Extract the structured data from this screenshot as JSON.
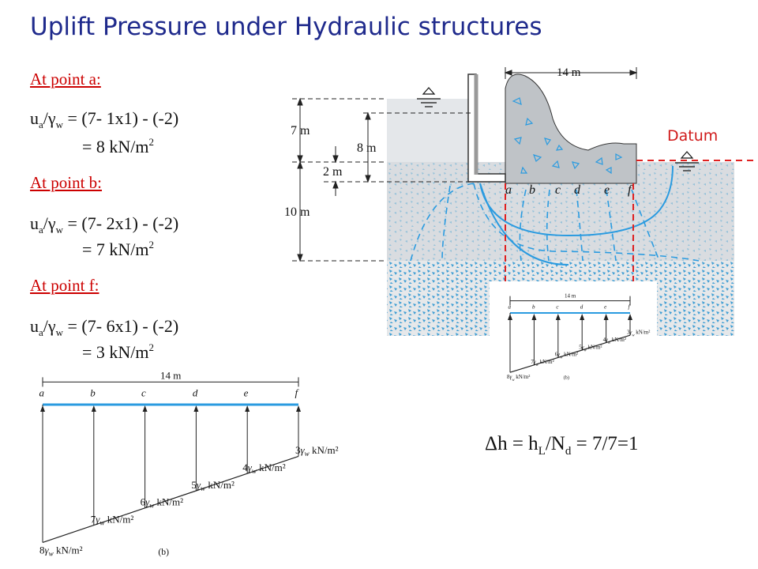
{
  "title": "Uplift Pressure under Hydraulic structures",
  "points": [
    {
      "heading": "At point a:",
      "lhs_u": "u",
      "lhs_sub": "a",
      "lhs_gamma": "/γ",
      "lhs_gsub": "w",
      "expr": " = (7- 1x1) - (-2)",
      "result": "= 8 kN/m",
      "result_sup": "2"
    },
    {
      "heading": "At point b:",
      "lhs_u": "u",
      "lhs_sub": "a",
      "lhs_gamma": "/γ",
      "lhs_gsub": "w",
      "expr": " = (7- 2x1) - (-2)",
      "result": "= 7 kN/m",
      "result_sup": "2"
    },
    {
      "heading": "At point f:",
      "lhs_u": "u",
      "lhs_sub": "a",
      "lhs_gamma": "/γ",
      "lhs_gsub": "w",
      "expr": " = (7- 6x1) - (-2)",
      "result": "= 3 kN/m",
      "result_sup": "2"
    }
  ],
  "delta_h": {
    "lead": "Δh = h",
    "sub1": "L",
    "mid": "/N",
    "sub2": "d",
    "tail": " = 7/7=1"
  },
  "dam": {
    "width_label": "14 m",
    "dim_7m": "7 m",
    "dim_8m": "8 m",
    "dim_2m": "2 m",
    "dim_10m": "10 m",
    "datum_label": "Datum",
    "point_labels": [
      "a",
      "b",
      "c",
      "d",
      "e",
      "f"
    ]
  },
  "pressure_diagram": {
    "width_label": "14 m",
    "point_labels": [
      "a",
      "b",
      "c",
      "d",
      "e",
      "f"
    ],
    "values": [
      8,
      7,
      6,
      5,
      4,
      3
    ],
    "value_labels": [
      {
        "coef": "8",
        "gamma": "γ",
        "w": "w",
        "unit": " kN/m²"
      },
      {
        "coef": "7",
        "gamma": "γ",
        "w": "w",
        "unit": " kN/m²"
      },
      {
        "coef": "6",
        "gamma": "γ",
        "w": "w",
        "unit": " kN/m²"
      },
      {
        "coef": "5",
        "gamma": "γ",
        "w": "w",
        "unit": " kN/m²"
      },
      {
        "coef": "4",
        "gamma": "γ",
        "w": "w",
        "unit": " kN/m²"
      },
      {
        "coef": "3",
        "gamma": "γ",
        "w": "w",
        "unit": " kN/m²"
      }
    ],
    "caption": "(b)"
  },
  "colors": {
    "title": "#1f2a8c",
    "red": "#cc0000",
    "blue_line": "#2a9be0",
    "water": "#bfe3f5"
  }
}
